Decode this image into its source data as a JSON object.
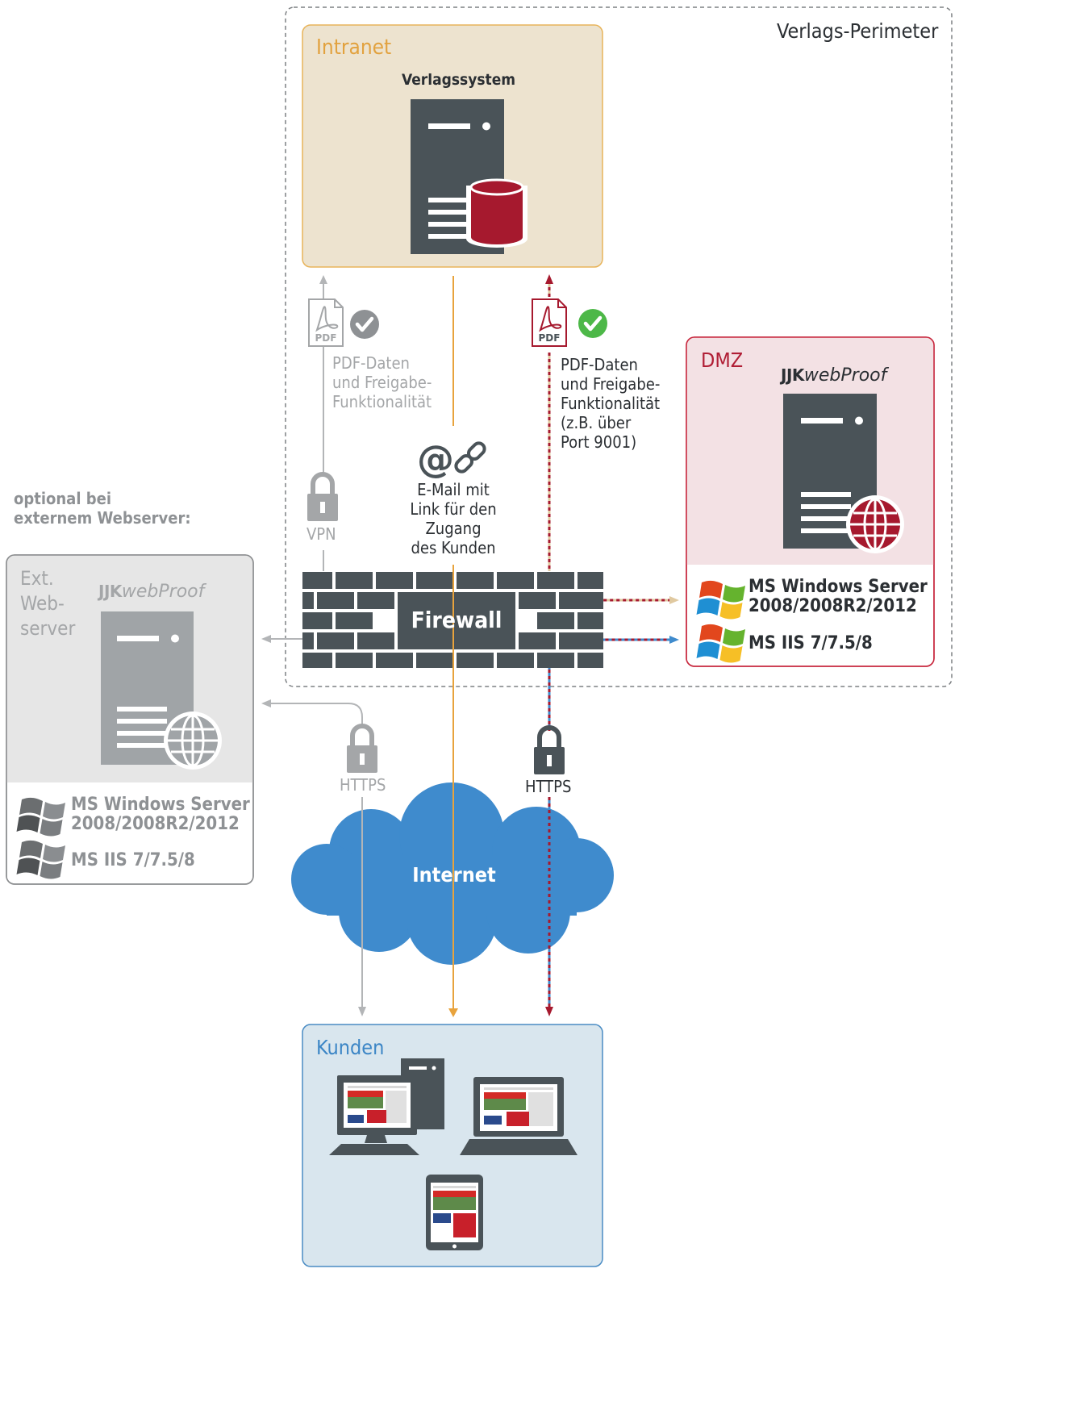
{
  "perimeter": {
    "label": "Verlags-Perimeter"
  },
  "intranet": {
    "label": "Intranet",
    "system_label": "Verlagssystem"
  },
  "dmz": {
    "label": "DMZ",
    "brand_bold": "JJK",
    "brand_italic": "webProof",
    "os_label": "MS Windows Server\n2008/2008R2/2012",
    "iis_label": "MS IIS 7/7.5/8"
  },
  "external": {
    "optional_note": "optional bei\nexternem Webserver:",
    "label": "Ext.\nWeb-\nserver",
    "brand_bold": "JJK",
    "brand_italic": "webProof",
    "os_label": "MS Windows Server\n2008/2008R2/2012",
    "iis_label": "MS IIS 7/7.5/8"
  },
  "flows": {
    "vpn_label": "VPN",
    "pdf_gray": "PDF-Daten\nund Freigabe-\nFunktionalität",
    "pdf_dmz": "PDF-Daten\nund Freigabe-\nFunktionalität\n(z.B. über\nPort 9001)",
    "email": "E-Mail mit\nLink für den\nZugang\ndes Kunden",
    "https_gray": "HTTPS",
    "https_dark": "HTTPS",
    "pdf_icon_text": "PDF"
  },
  "firewall": {
    "label": "Firewall"
  },
  "internet": {
    "label": "Internet"
  },
  "customers": {
    "label": "Kunden"
  },
  "colors": {
    "server": "#4a5358",
    "server_gray": "#a0a4a7",
    "db_red": "#a6192e",
    "intranet_bg": "#ede3cf",
    "intranet_border": "#e8b45a",
    "intranet_text": "#e2a23f",
    "dmz_bg": "#f3e1e4",
    "dmz_border": "#c8283e",
    "dmz_text": "#b01e35",
    "customers_bg": "#d9e6ee",
    "customers_border": "#4a8cc4",
    "customers_text": "#3c86c6",
    "ext_bg": "#e6e6e6",
    "cloud": "#3f8bcd",
    "orange_line": "#e8a33d",
    "gray_line": "#b3b5b7",
    "blue_line": "#3f8bcd",
    "beige_line": "#e0c9a0",
    "red_line": "#a6192e",
    "check_green": "#4db848"
  }
}
